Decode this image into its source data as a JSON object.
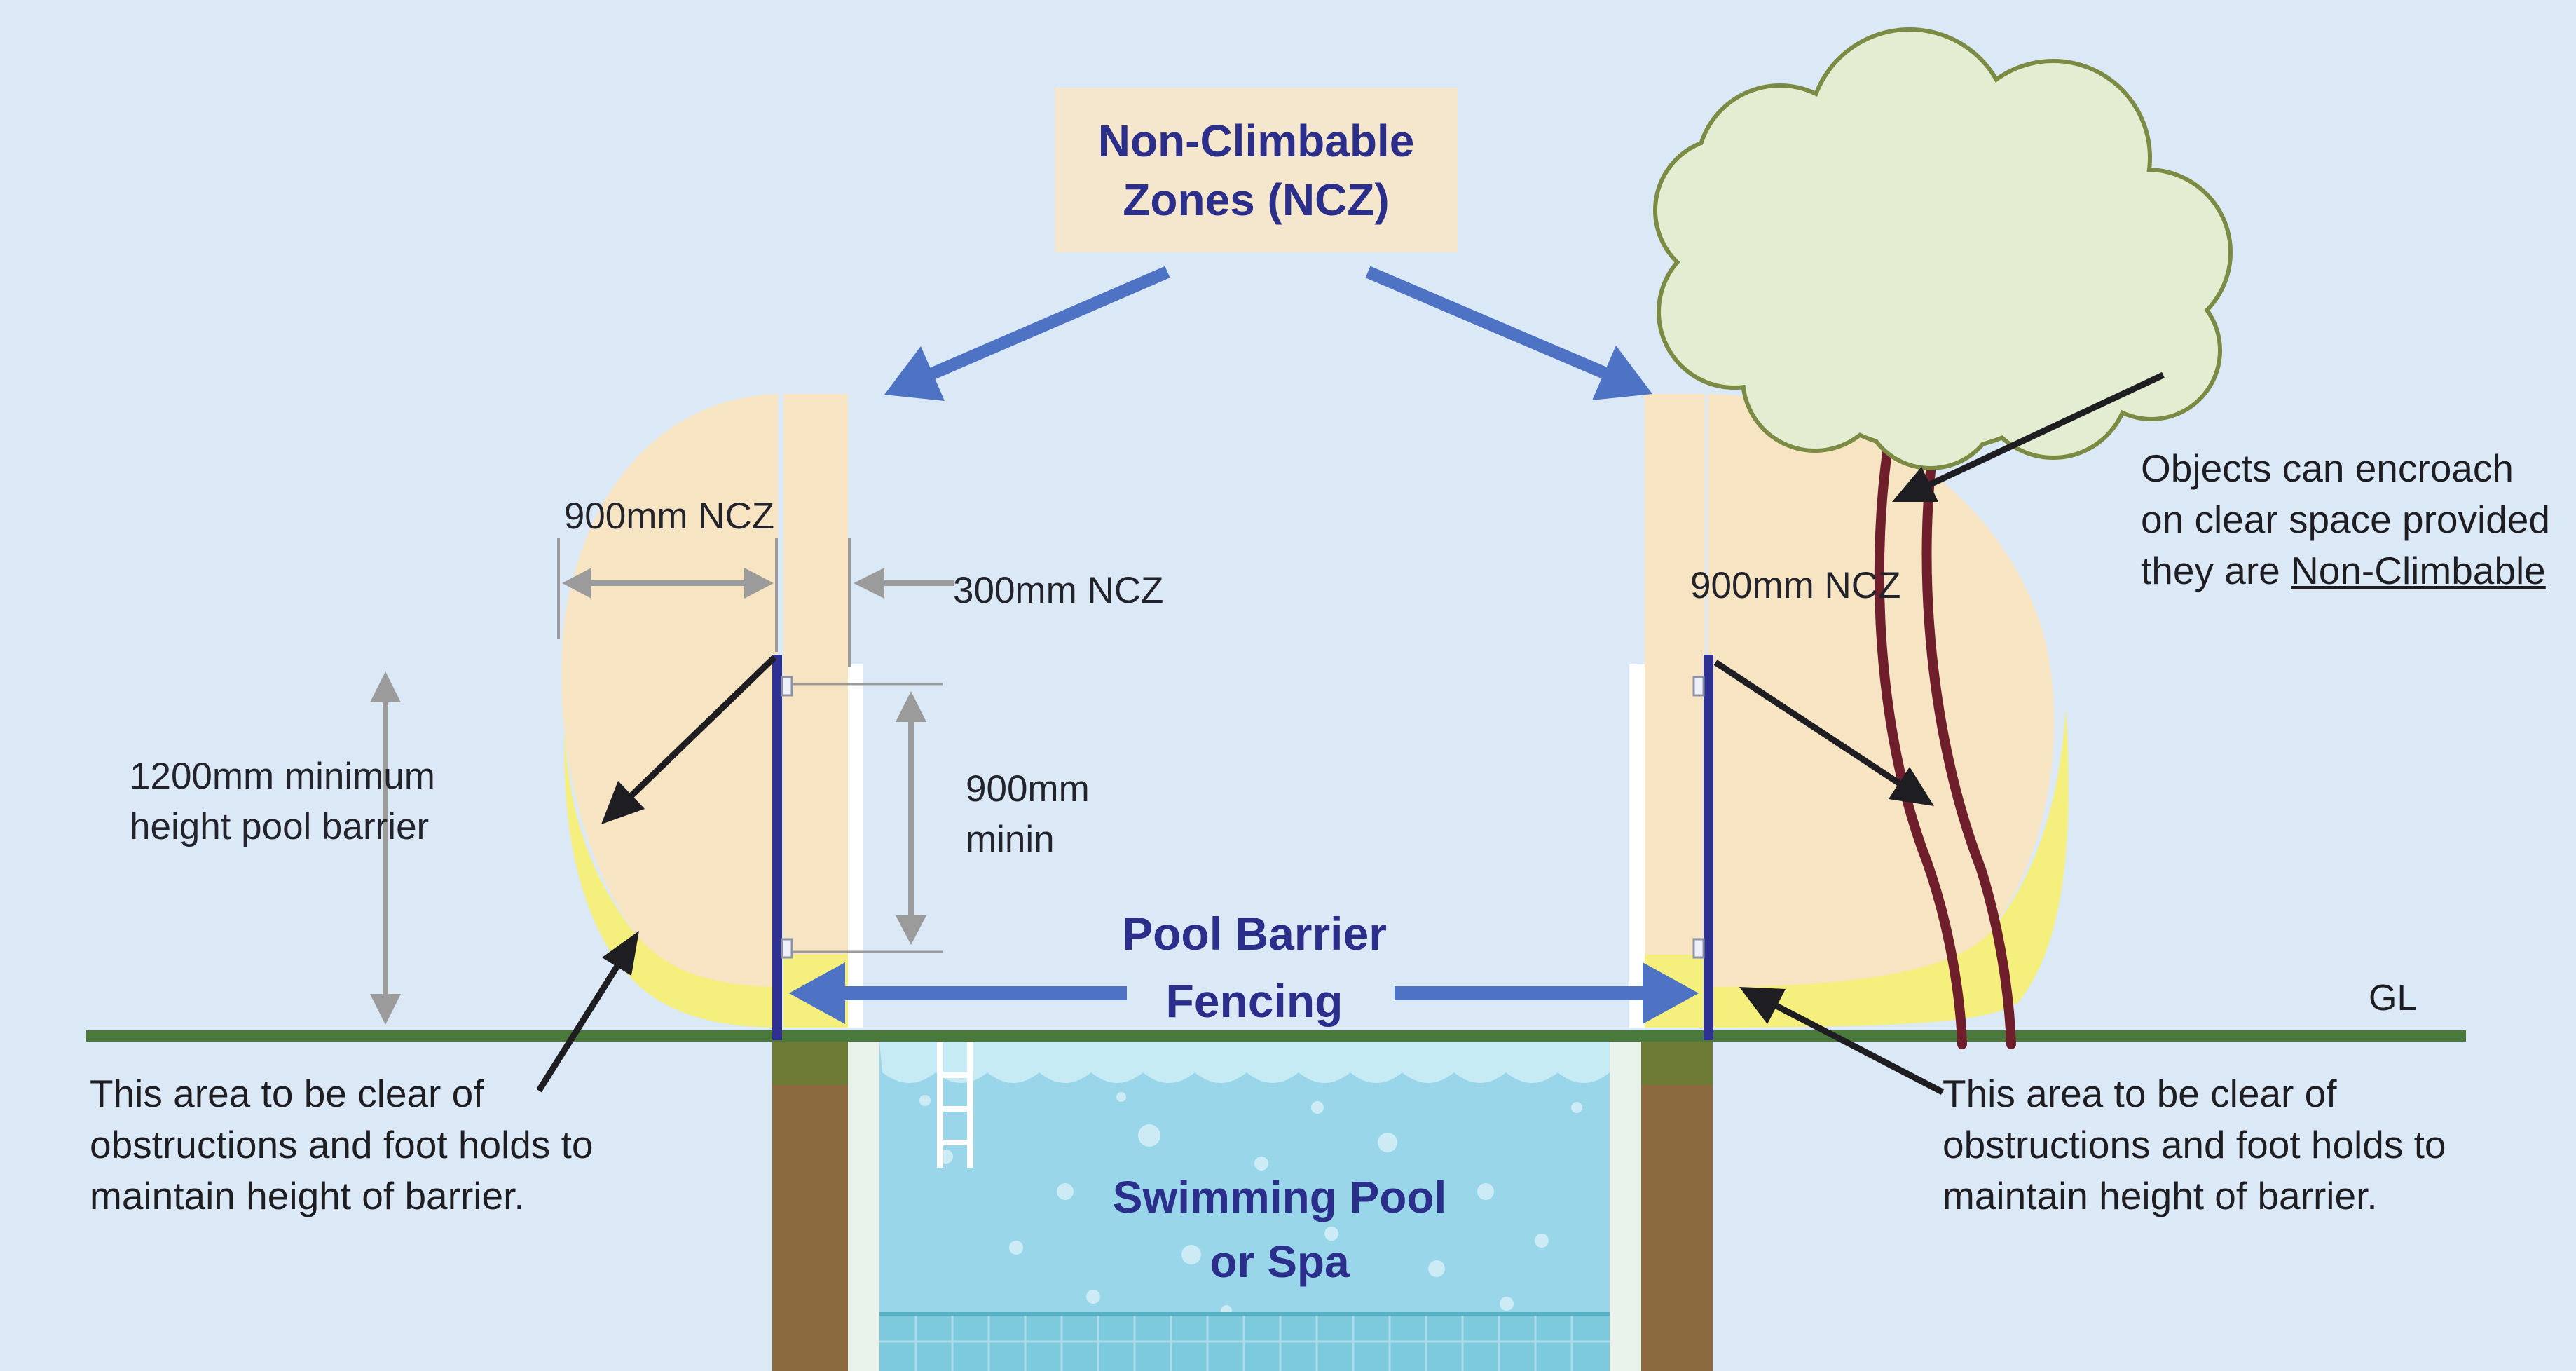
{
  "title": {
    "line1": "Non-Climbable",
    "line2": "Zones (NCZ)"
  },
  "tree_note": {
    "line1": "Objects can encroach",
    "line2": "on clear space provided",
    "line3_prefix": "they are ",
    "line3_underlined": "Non-Climbable"
  },
  "labels": {
    "left_ncz": "900mm NCZ",
    "mid_ncz": "300mm NCZ",
    "right_ncz": "900mm NCZ",
    "ground_level": "GL"
  },
  "barrier_height": {
    "line1": "1200mm minimum",
    "line2": "height pool barrier"
  },
  "rail_gap": {
    "line1": "900mm",
    "line2": "minin"
  },
  "fencing_label": {
    "line1": "Pool Barrier",
    "line2": "Fencing"
  },
  "pool_label": {
    "line1": "Swimming Pool",
    "line2": "or Spa"
  },
  "clear_note": {
    "line1": "This area to be clear of",
    "line2": "obstructions and foot holds to",
    "line3": "maintain height of barrier."
  },
  "colors": {
    "background": "#dbe8f6",
    "ncz_beige": "#f7e4c3",
    "title_box_beige": "#f5e7cd",
    "clear_yellow": "#f5ef7d",
    "fence_navy": "#2e3192",
    "heading_navy": "#2b2e8a",
    "arrow_blue": "#4e73c5",
    "measure_gray": "#9b9b9b",
    "ground_green": "#4a7a3b",
    "dirt_brown": "#8b6a3f",
    "water_blue": "#99d6e9",
    "tree_canopy": "#e3edd1",
    "tree_outline": "#7b8b43",
    "trunk_maroon": "#6f1f2c",
    "text_black": "#1e1e22"
  }
}
